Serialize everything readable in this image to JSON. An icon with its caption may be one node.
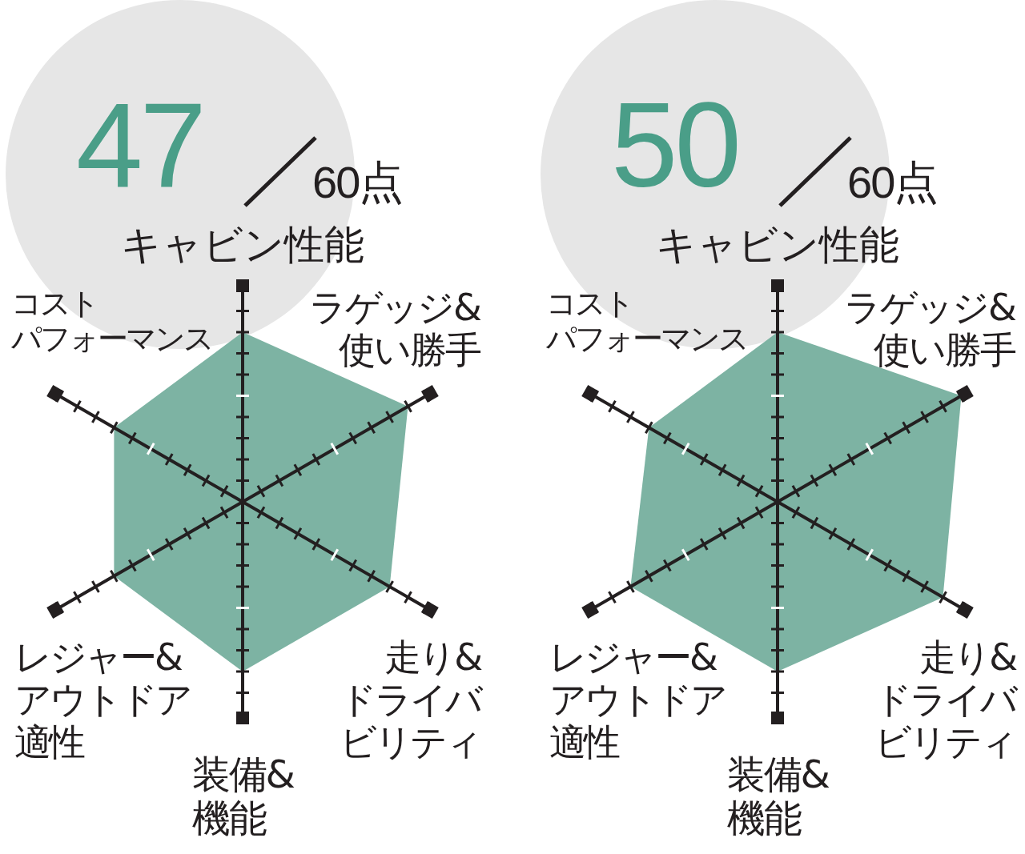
{
  "diagram": {
    "labels": [
      "47",
      "60点",
      "キャビン性能",
      "コストパフォーマンス",
      "ラゲッジ&使い勝手",
      "レジャー&アウトドア適性",
      "走り&ドライバビリティ",
      "装備&機能",
      "50",
      "60点",
      "キャビン性能",
      "コストパフォーマンス",
      "ラゲッジ&使い勝手",
      "レジャー&アウトドア適性",
      "走り&ドライバビリティ",
      "装備&機能"
    ]
  }
}
